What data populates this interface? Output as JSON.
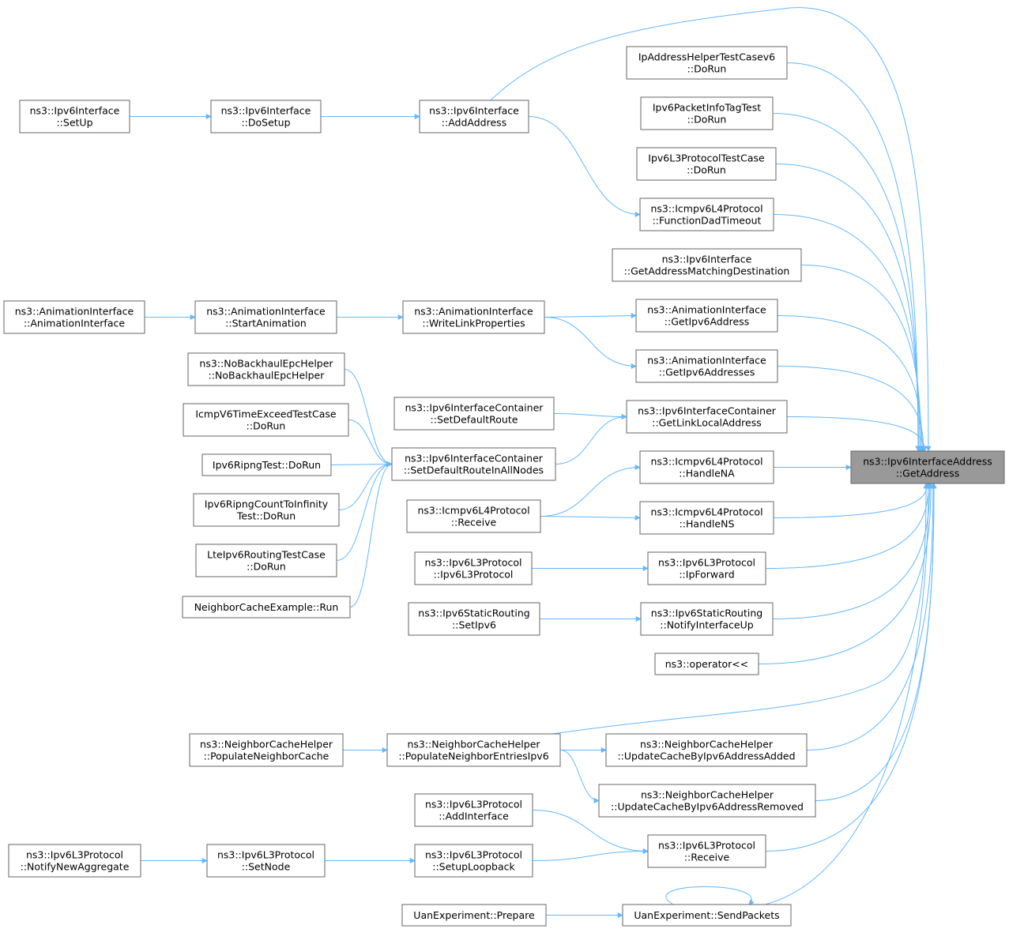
{
  "graph": {
    "title": "",
    "edge_color": "#63b8ff",
    "node_border_color": "#666666",
    "focus_fill_color": "#999999",
    "nodes": [
      {
        "id": "target",
        "lines": [
          "ns3::Ipv6InterfaceAddress",
          "::GetAddress"
        ],
        "focus": true
      },
      {
        "id": "addaddress",
        "lines": [
          "ns3::Ipv6Interface",
          "::AddAddress"
        ]
      },
      {
        "id": "dosetup",
        "lines": [
          "ns3::Ipv6Interface",
          "::DoSetup"
        ]
      },
      {
        "id": "setup",
        "lines": [
          "ns3::Ipv6Interface",
          "::SetUp"
        ]
      },
      {
        "id": "iphelpertest",
        "lines": [
          "IpAddressHelperTestCasev6",
          "::DoRun"
        ]
      },
      {
        "id": "pktinfotag",
        "lines": [
          "Ipv6PacketInfoTagTest",
          "::DoRun"
        ]
      },
      {
        "id": "l3test",
        "lines": [
          "Ipv6L3ProtocolTestCase",
          "::DoRun"
        ]
      },
      {
        "id": "daddtimeout",
        "lines": [
          "ns3::Icmpv6L4Protocol",
          "::FunctionDadTimeout"
        ]
      },
      {
        "id": "matchdest",
        "lines": [
          "ns3::Ipv6Interface",
          "::GetAddressMatchingDestination"
        ]
      },
      {
        "id": "animctor",
        "lines": [
          "ns3::AnimationInterface",
          "::AnimationInterface"
        ]
      },
      {
        "id": "startanim",
        "lines": [
          "ns3::AnimationInterface",
          "::StartAnimation"
        ]
      },
      {
        "id": "writelink",
        "lines": [
          "ns3::AnimationInterface",
          "::WriteLinkProperties"
        ]
      },
      {
        "id": "getipv6addr",
        "lines": [
          "ns3::AnimationInterface",
          "::GetIpv6Address"
        ]
      },
      {
        "id": "getipv6addrs",
        "lines": [
          "ns3::AnimationInterface",
          "::GetIpv6Addresses"
        ]
      },
      {
        "id": "nobackhaul",
        "lines": [
          "ns3::NoBackhaulEpcHelper",
          "::NoBackhaulEpcHelper"
        ]
      },
      {
        "id": "icmptimeexceed",
        "lines": [
          "IcmpV6TimeExceedTestCase",
          "::DoRun"
        ]
      },
      {
        "id": "ripngtest",
        "lines": [
          "Ipv6RipngTest::DoRun"
        ]
      },
      {
        "id": "ripngcount",
        "lines": [
          "Ipv6RipngCountToInfinity",
          "Test::DoRun"
        ]
      },
      {
        "id": "lteipv6",
        "lines": [
          "LteIpv6RoutingTestCase",
          "::DoRun"
        ]
      },
      {
        "id": "ncexample",
        "lines": [
          "NeighborCacheExample::Run"
        ]
      },
      {
        "id": "setdefroute",
        "lines": [
          "ns3::Ipv6InterfaceContainer",
          "::SetDefaultRoute"
        ]
      },
      {
        "id": "setdefrouteall",
        "lines": [
          "ns3::Ipv6InterfaceContainer",
          "::SetDefaultRouteInAllNodes"
        ]
      },
      {
        "id": "getlinklocal",
        "lines": [
          "ns3::Ipv6InterfaceContainer",
          "::GetLinkLocalAddress"
        ]
      },
      {
        "id": "icmpreceive",
        "lines": [
          "ns3::Icmpv6L4Protocol",
          "::Receive"
        ]
      },
      {
        "id": "handlena",
        "lines": [
          "ns3::Icmpv6L4Protocol",
          "::HandleNA"
        ]
      },
      {
        "id": "handlens",
        "lines": [
          "ns3::Icmpv6L4Protocol",
          "::HandleNS"
        ]
      },
      {
        "id": "l3ctor",
        "lines": [
          "ns3::Ipv6L3Protocol",
          "::Ipv6L3Protocol"
        ]
      },
      {
        "id": "ipforward",
        "lines": [
          "ns3::Ipv6L3Protocol",
          "::IpForward"
        ]
      },
      {
        "id": "staticsetipv6",
        "lines": [
          "ns3::Ipv6StaticRouting",
          "::SetIpv6"
        ]
      },
      {
        "id": "notifyifup",
        "lines": [
          "ns3::Ipv6StaticRouting",
          "::NotifyInterfaceUp"
        ]
      },
      {
        "id": "operator",
        "lines": [
          "ns3::operator<<"
        ]
      },
      {
        "id": "popcache",
        "lines": [
          "ns3::NeighborCacheHelper",
          "::PopulateNeighborCache"
        ]
      },
      {
        "id": "popentries",
        "lines": [
          "ns3::NeighborCacheHelper",
          "::PopulateNeighborEntriesIpv6"
        ]
      },
      {
        "id": "updadded",
        "lines": [
          "ns3::NeighborCacheHelper",
          "::UpdateCacheByIpv6AddressAdded"
        ]
      },
      {
        "id": "updremoved",
        "lines": [
          "ns3::NeighborCacheHelper",
          "::UpdateCacheByIpv6AddressRemoved"
        ]
      },
      {
        "id": "addiface",
        "lines": [
          "ns3::Ipv6L3Protocol",
          "::AddInterface"
        ]
      },
      {
        "id": "notifyaggr",
        "lines": [
          "ns3::Ipv6L3Protocol",
          "::NotifyNewAggregate"
        ]
      },
      {
        "id": "setnode",
        "lines": [
          "ns3::Ipv6L3Protocol",
          "::SetNode"
        ]
      },
      {
        "id": "setuploop",
        "lines": [
          "ns3::Ipv6L3Protocol",
          "::SetupLoopback"
        ]
      },
      {
        "id": "l3receive",
        "lines": [
          "ns3::Ipv6L3Protocol",
          "::Receive"
        ]
      },
      {
        "id": "uanprepare",
        "lines": [
          "UanExperiment::Prepare"
        ]
      },
      {
        "id": "uansend",
        "lines": [
          "UanExperiment::SendPackets"
        ]
      }
    ],
    "edges": [
      [
        "addaddress",
        "target"
      ],
      [
        "dosetup",
        "addaddress"
      ],
      [
        "setup",
        "dosetup"
      ],
      [
        "addaddress",
        "daddtimeout"
      ],
      [
        "iphelpertest",
        "target"
      ],
      [
        "pktinfotag",
        "target"
      ],
      [
        "l3test",
        "target"
      ],
      [
        "daddtimeout",
        "target"
      ],
      [
        "matchdest",
        "target"
      ],
      [
        "animctor",
        "startanim"
      ],
      [
        "startanim",
        "writelink"
      ],
      [
        "writelink",
        "getipv6addr"
      ],
      [
        "writelink",
        "getipv6addrs"
      ],
      [
        "getipv6addr",
        "target"
      ],
      [
        "getipv6addrs",
        "target"
      ],
      [
        "nobackhaul",
        "setdefrouteall"
      ],
      [
        "icmptimeexceed",
        "setdefrouteall"
      ],
      [
        "ripngtest",
        "setdefrouteall"
      ],
      [
        "ripngcount",
        "setdefrouteall"
      ],
      [
        "lteipv6",
        "setdefrouteall"
      ],
      [
        "ncexample",
        "setdefrouteall"
      ],
      [
        "setdefroute",
        "getlinklocal"
      ],
      [
        "setdefrouteall",
        "getlinklocal"
      ],
      [
        "getlinklocal",
        "target"
      ],
      [
        "icmpreceive",
        "handlena"
      ],
      [
        "icmpreceive",
        "handlens"
      ],
      [
        "handlena",
        "target"
      ],
      [
        "handlens",
        "target"
      ],
      [
        "l3ctor",
        "ipforward"
      ],
      [
        "ipforward",
        "target"
      ],
      [
        "staticsetipv6",
        "notifyifup"
      ],
      [
        "notifyifup",
        "target"
      ],
      [
        "operator",
        "target"
      ],
      [
        "popcache",
        "popentries"
      ],
      [
        "popentries",
        "target"
      ],
      [
        "popentries",
        "updadded"
      ],
      [
        "popentries",
        "updremoved"
      ],
      [
        "updadded",
        "target"
      ],
      [
        "updremoved",
        "target"
      ],
      [
        "addiface",
        "l3receive"
      ],
      [
        "notifyaggr",
        "setnode"
      ],
      [
        "setnode",
        "setuploop"
      ],
      [
        "setuploop",
        "l3receive"
      ],
      [
        "l3receive",
        "target"
      ],
      [
        "uanprepare",
        "uansend"
      ],
      [
        "uansend",
        "uansend"
      ],
      [
        "uansend",
        "target"
      ]
    ]
  }
}
